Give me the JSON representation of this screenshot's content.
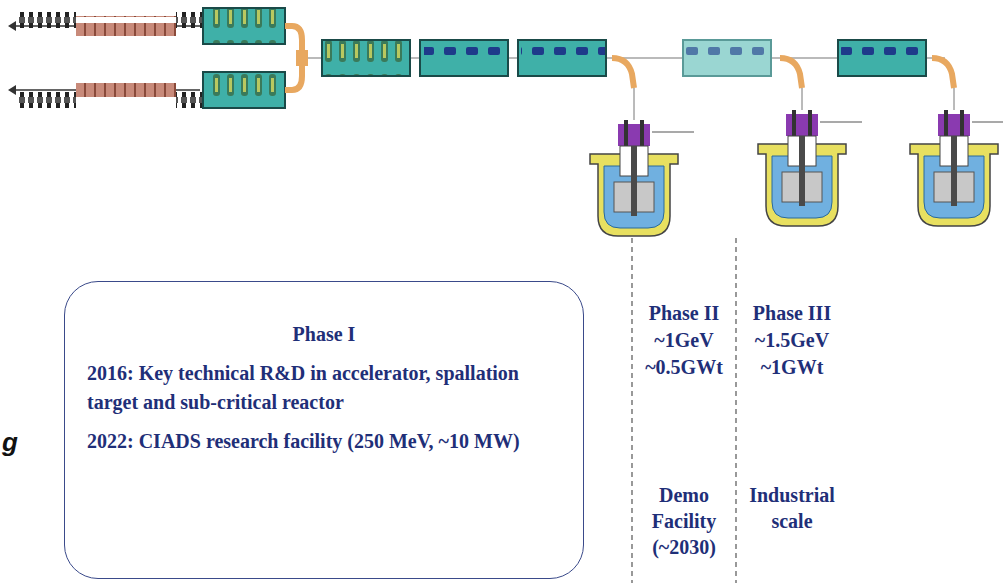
{
  "diagram": {
    "nodes": [
      {
        "text": [
          "Phase I",
          "2016: Key technical R&D in accelerator, spallation target and sub-critical reactor",
          "2022: CIADS research facility (250 MeV, ~10 MW)"
        ]
      }
    ],
    "labels": [
      "Phase II",
      "~1GeV",
      "~0.5GWt",
      "Demo Facility (~2030)",
      "Phase III",
      "~1.5GeV",
      "~1GWt",
      "Industrial scale",
      "g"
    ]
  }
}
